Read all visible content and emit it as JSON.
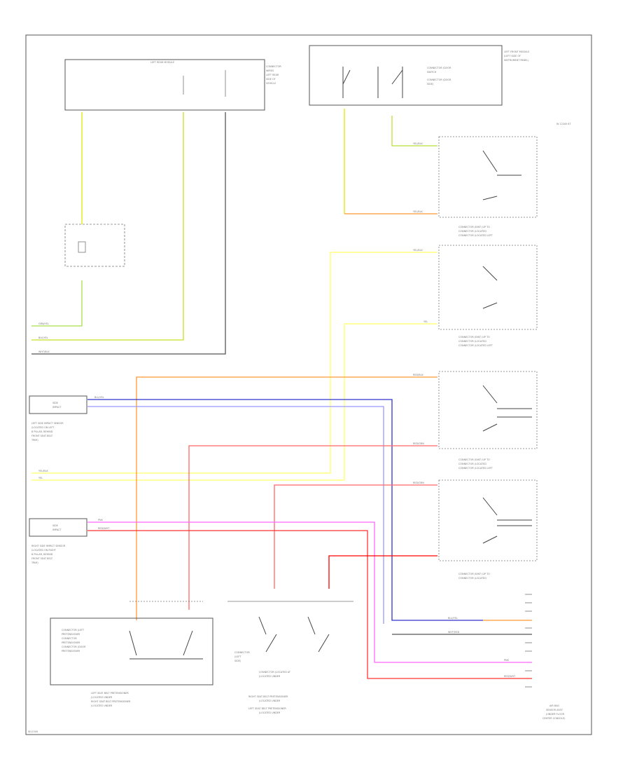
{
  "diagram": {
    "footer_code": "W12345",
    "top_right_code": "W 12345 67",
    "components": {
      "left_rear_module": {
        "title": "LEFT REAR MODULE",
        "note": [
          "CONNECTOR",
          "WIRES",
          "LEFT REAR",
          "SIDE OF",
          "VEHICLE"
        ]
      },
      "left_front_module": {
        "title": "LEFT FRONT MODULE",
        "note": [
          "LEFT FRONT MODULE",
          "(LEFT SIDE OF",
          "INSTRUMENT PANEL)"
        ]
      },
      "driver_seat_switch": {
        "note": [
          "CONNECTOR (DOOR",
          "SWITCH",
          "CONNECTOR (DOOR",
          "SIDE)"
        ]
      },
      "connector_joints": [
        {
          "label": [
            "CONNECTOR JOINT (UP TO",
            "CONNECTOR (LOCATED",
            "CONNECTOR (LOCATED LEFT"
          ]
        },
        {
          "label": [
            "CONNECTOR JOINT (UP TO",
            "CONNECTOR (LOCATED",
            "CONNECTOR (LOCATED LEFT"
          ]
        },
        {
          "label": [
            "CONNECTOR JOINT (UP TO",
            "CONNECTOR (LOCATED",
            "CONNECTOR (LOCATED LEFT"
          ]
        },
        {
          "label": [
            "CONNECTOR JOINT (UP TO",
            "CONNECTOR (LOCATED"
          ]
        }
      ],
      "left_impact_sensor": {
        "box": [
          "SIDE",
          "IMPACT"
        ],
        "note": [
          "LEFT SIDE IMPACT SENSOR",
          "(LOCATED ON LEFT",
          "B PILLAR, BEHIND",
          "FRONT SEAT BELT",
          "TRIM)"
        ]
      },
      "right_impact_sensor": {
        "box": [
          "SIDE",
          "IMPACT"
        ],
        "note": [
          "RIGHT SIDE IMPACT SENSOR",
          "(LOCATED ON RIGHT",
          "B PILLAR, BEHIND",
          "FRONT SEAT BELT",
          "TRIM)"
        ]
      },
      "left_belt_connector": {
        "box": [
          "CONNECTOR (LEFT",
          "PRETENSIONER",
          "CONNECTOR",
          "PRETENSIONER",
          "CONNECTOR (DOOR",
          "PRETENSIONER"
        ],
        "caption": [
          "LEFT SEAT BELT PRETENSIONER",
          "(LOCATED UNDER",
          "RIGHT SEAT BELT PRETENSIONER",
          "(LOCATED UNDER"
        ]
      },
      "right_belt_connector": {
        "note": [
          "CONNECTOR",
          "(LEFT",
          "SIDE)"
        ],
        "caption": [
          "CONNECTOR (LOCATED AT",
          "(LOCATED UNDER",
          "RIGHT SEAT BELT PRETENSIONER",
          "(LOCATED UNDER",
          "LEFT SEAT BELT PRETENSIONER",
          "(LOCATED UNDER"
        ]
      },
      "airbag_module": {
        "caption": [
          "AIR BAG",
          "SENSOR ASSY",
          "(UNDER FLOOR",
          "CENTER CONSOLE)"
        ]
      }
    },
    "wire_labels": {
      "yel_blk": "YEL/BLK",
      "red_blk": "RED/BLK",
      "blu_yel": "BLU/YEL",
      "grn_yel": "GRN/YEL",
      "yel": "YEL",
      "pnk": "PNK",
      "red_grn": "RED/GRN",
      "blk_yel": "BLK/YEL",
      "wht_blk": "WHT/BLK",
      "red_wht": "RED/WHT",
      "wht_red": "WHT/RED"
    },
    "colors": {
      "yellow": "#e6e600",
      "yellow_green": "#b8e03a",
      "green": "#33cc33",
      "orange": "#ff9933",
      "red": "#ff3333",
      "pink": "#ff66ff",
      "blue": "#3333cc",
      "purple": "#9966ff",
      "black": "#555555"
    }
  }
}
